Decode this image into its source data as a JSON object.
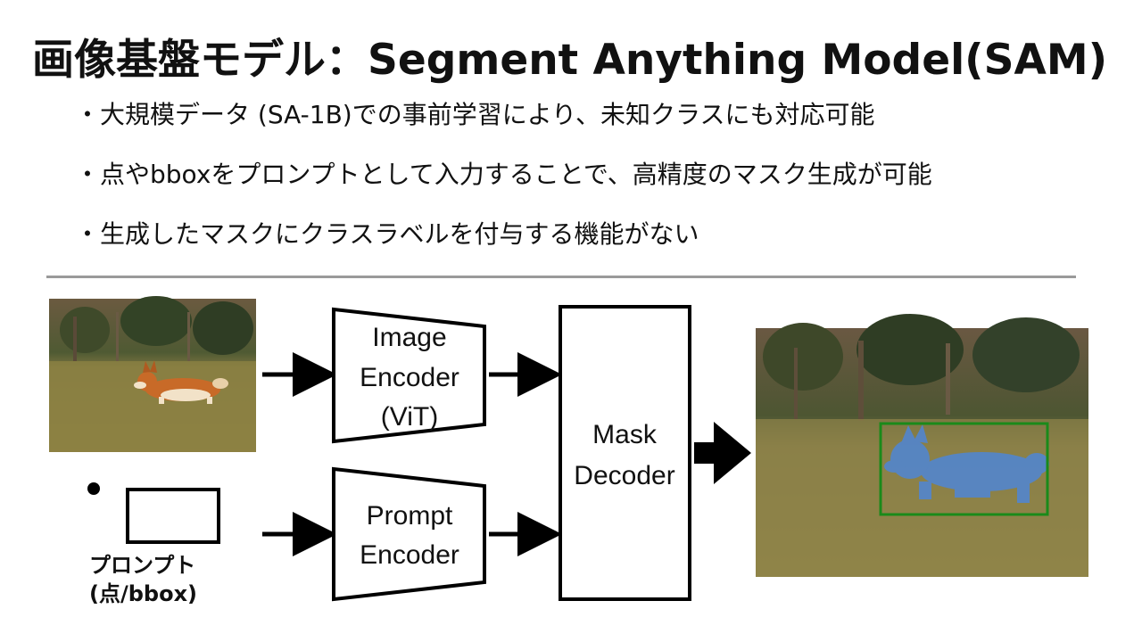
{
  "slide": {
    "title": "画像基盤モデル：Segment Anything Model(SAM)",
    "bullets": [
      "・大規模データ (SA-1B)での事前学習により、未知クラスにも対応可能",
      "・点やbboxをプロンプトとして入力することで、高精度のマスク生成が可能",
      "・生成したマスクにクラスラベルを付与する機能がない"
    ]
  },
  "diagram": {
    "image_encoder": [
      "Image",
      "Encoder",
      "(ViT)"
    ],
    "prompt_encoder": [
      "Prompt",
      "Encoder"
    ],
    "mask_decoder": [
      "Mask",
      "Decoder"
    ],
    "prompt_label": [
      "プロンプト",
      "(点/bbox)"
    ]
  },
  "colors": {
    "mask_overlay": "#4f86d6",
    "bbox_outline": "#1a8a1a",
    "divider": "#9a9a9a"
  }
}
